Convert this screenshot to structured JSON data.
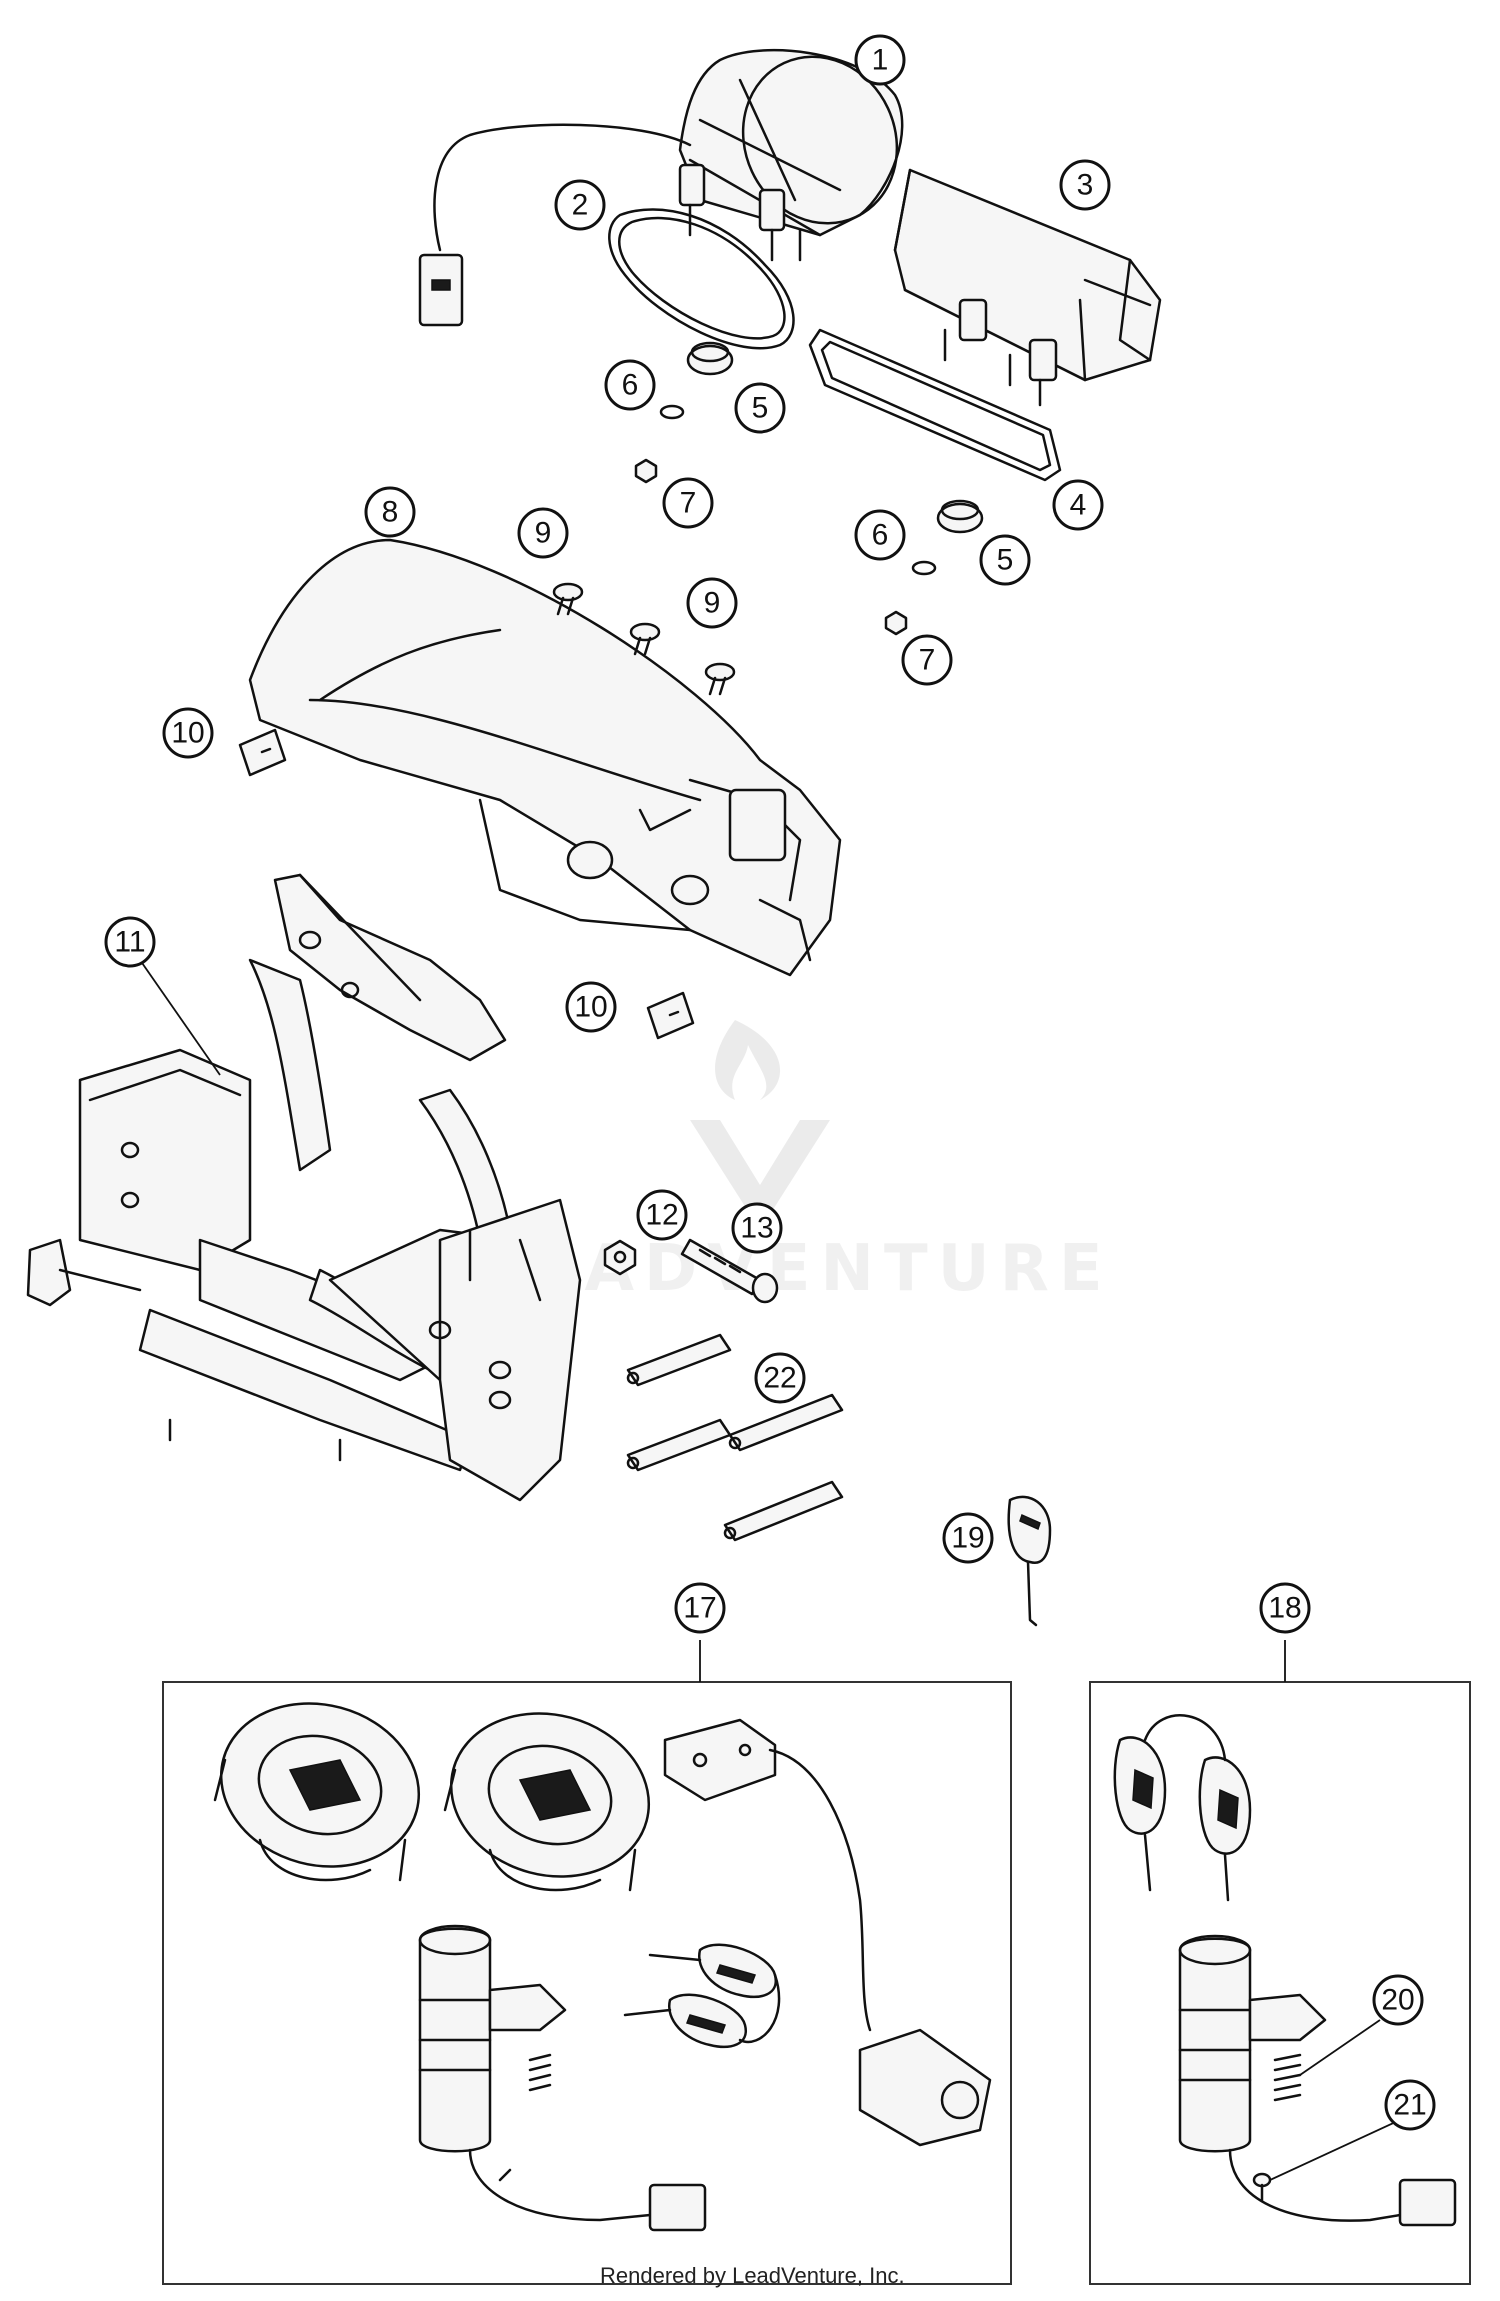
{
  "callouts": [
    "1",
    "2",
    "3",
    "4",
    "5",
    "5",
    "6",
    "6",
    "7",
    "7",
    "8",
    "9",
    "9",
    "10",
    "10",
    "11",
    "12",
    "13",
    "17",
    "18",
    "19",
    "20",
    "21",
    "22"
  ],
  "watermark": {
    "text": "LEADVENTURE"
  },
  "credit": "Rendered by LeadVenture, Inc.",
  "icons": {
    "watermark_logo": "flame-v-logo-icon"
  },
  "colors": {
    "line": "#111111",
    "background": "#ffffff",
    "watermark": "#c9c9c9"
  }
}
